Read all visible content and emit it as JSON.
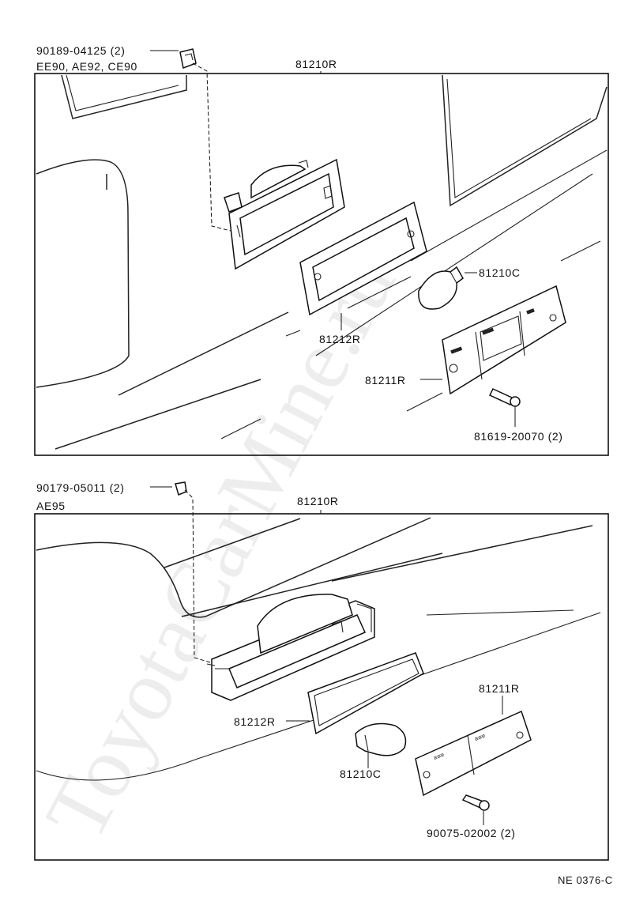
{
  "watermark": "ToyotaCarMine.ru",
  "figure_id": "NE 0376-C",
  "panel_top": {
    "variant": "EE90, AE92, CE90",
    "labels": {
      "clip": "90189-04125 (2)",
      "assembly": "81210R",
      "gasket": "81212R",
      "bulb": "81210C",
      "lens": "81211R",
      "screw": "81619-20070 (2)"
    }
  },
  "panel_bottom": {
    "variant": "AE95",
    "labels": {
      "nut": "90179-05011 (2)",
      "assembly": "81210R",
      "gasket": "81212R",
      "bulb": "81210C",
      "lens": "81211R",
      "screw": "90075-02002 (2)"
    }
  }
}
